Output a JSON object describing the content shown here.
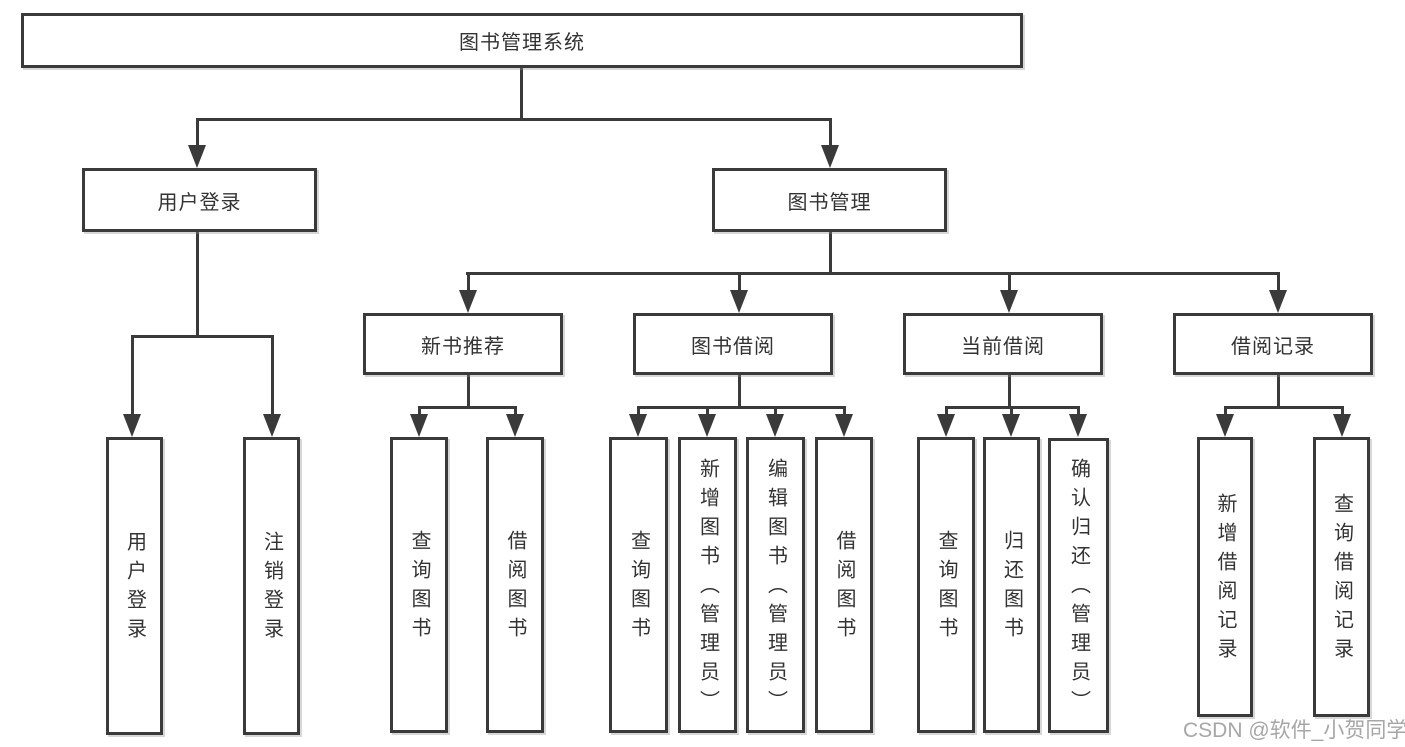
{
  "diagram_title": "图书管理系统",
  "watermark": "CSDN @软件_小贺同学",
  "colors": {
    "line": "#3a3a3a",
    "text": "#333333",
    "background": "#ffffff",
    "watermark": "#969696"
  },
  "nodes": {
    "root": {
      "label": "图书管理系统"
    },
    "user_login": {
      "label": "用户登录"
    },
    "book_mgmt": {
      "label": "图书管理"
    },
    "new_book_rec": {
      "label": "新书推荐"
    },
    "book_borrow": {
      "label": "图书借阅"
    },
    "current_borrow": {
      "label": "当前借阅"
    },
    "borrow_record": {
      "label": "借阅记录"
    },
    "ul_user_login": {
      "label": "用户登录"
    },
    "ul_logout": {
      "label": "注销登录"
    },
    "nb_query": {
      "label": "查询图书"
    },
    "nb_borrow": {
      "label": "借阅图书"
    },
    "bb_query": {
      "label": "查询图书"
    },
    "bb_add": {
      "label": "新增图书（管理员）"
    },
    "bb_edit": {
      "label": "编辑图书（管理员）"
    },
    "bb_borrow": {
      "label": "借阅图书"
    },
    "cb_query": {
      "label": "查询图书"
    },
    "cb_return": {
      "label": "归还图书"
    },
    "cb_confirm": {
      "label": "确认归还（管理员）"
    },
    "br_add": {
      "label": "新增借阅记录"
    },
    "br_query": {
      "label": "查询借阅记录"
    }
  },
  "hierarchy": {
    "图书管理系统": {
      "用户登录": [
        "用户登录",
        "注销登录"
      ],
      "图书管理": {
        "新书推荐": [
          "查询图书",
          "借阅图书"
        ],
        "图书借阅": [
          "查询图书",
          "新增图书（管理员）",
          "编辑图书（管理员）",
          "借阅图书"
        ],
        "当前借阅": [
          "查询图书",
          "归还图书",
          "确认归还（管理员）"
        ],
        "借阅记录": [
          "新增借阅记录",
          "查询借阅记录"
        ]
      }
    }
  }
}
